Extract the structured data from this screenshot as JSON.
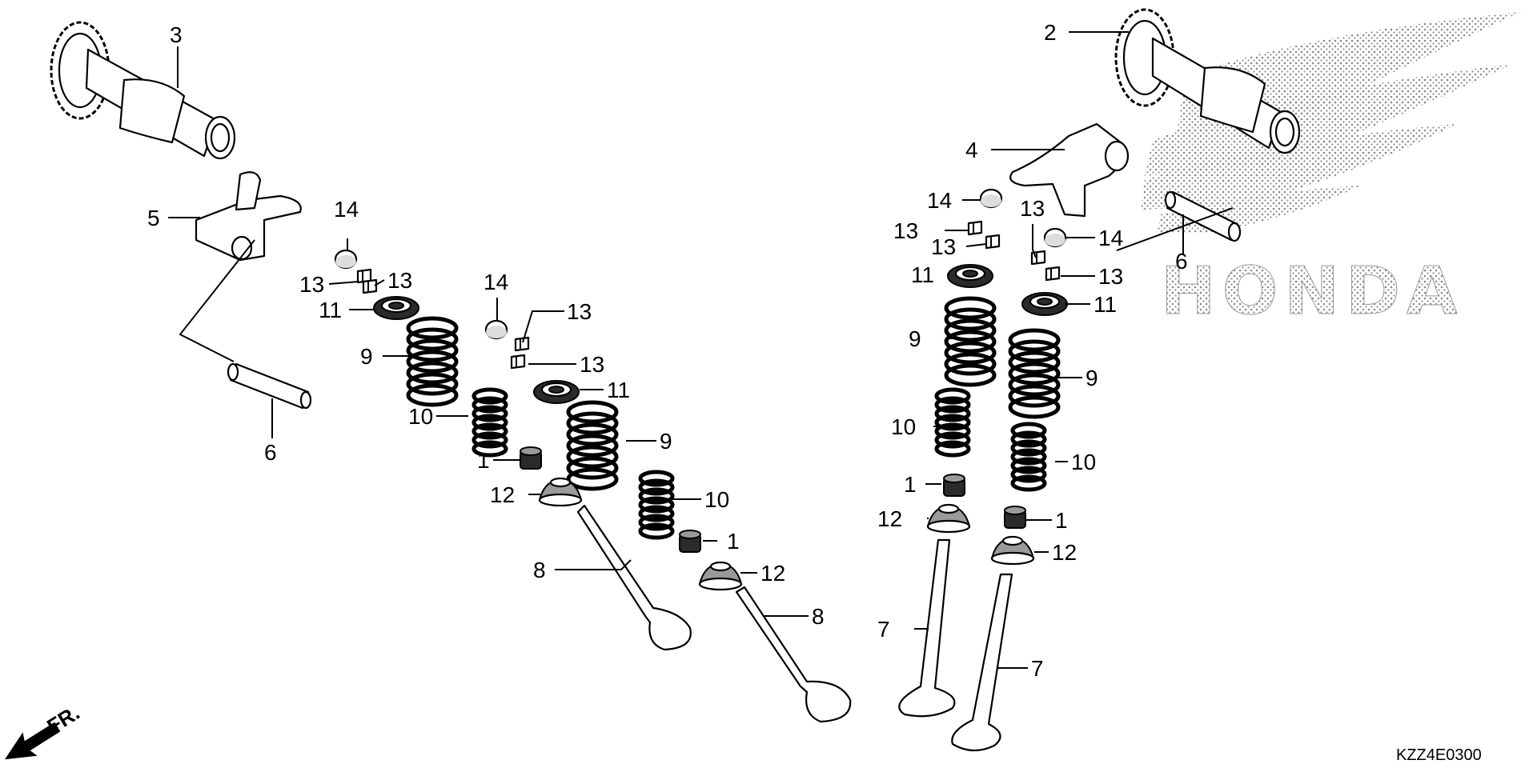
{
  "callouts": {
    "p1a": "1",
    "p1b": "1",
    "p1c": "1",
    "p1d": "1",
    "p2": "2",
    "p3": "3",
    "p4": "4",
    "p5": "5",
    "p6a": "6",
    "p6b": "6",
    "p7a": "7",
    "p7b": "7",
    "p8a": "8",
    "p8b": "8",
    "p9a": "9",
    "p9b": "9",
    "p9c": "9",
    "p9d": "9",
    "p10a": "10",
    "p10b": "10",
    "p10c": "10",
    "p10d": "10",
    "p11a": "11",
    "p11b": "11",
    "p11c": "11",
    "p11d": "11",
    "p12a": "12",
    "p12b": "12",
    "p12c": "12",
    "p12d": "12",
    "p13a": "13",
    "p13b": "13",
    "p13c": "13",
    "p13d": "13",
    "p13e": "13",
    "p13f": "13",
    "p13g": "13",
    "p13h": "13",
    "p14a": "14",
    "p14b": "14",
    "p14c": "14",
    "p14d": "14"
  },
  "front_indicator": "FR.",
  "diagram_code": "KZZ4E0300",
  "watermark_text": "HONDA",
  "colors": {
    "ink": "#000000",
    "watermark": "#9a9a9a",
    "background": "#ffffff"
  }
}
